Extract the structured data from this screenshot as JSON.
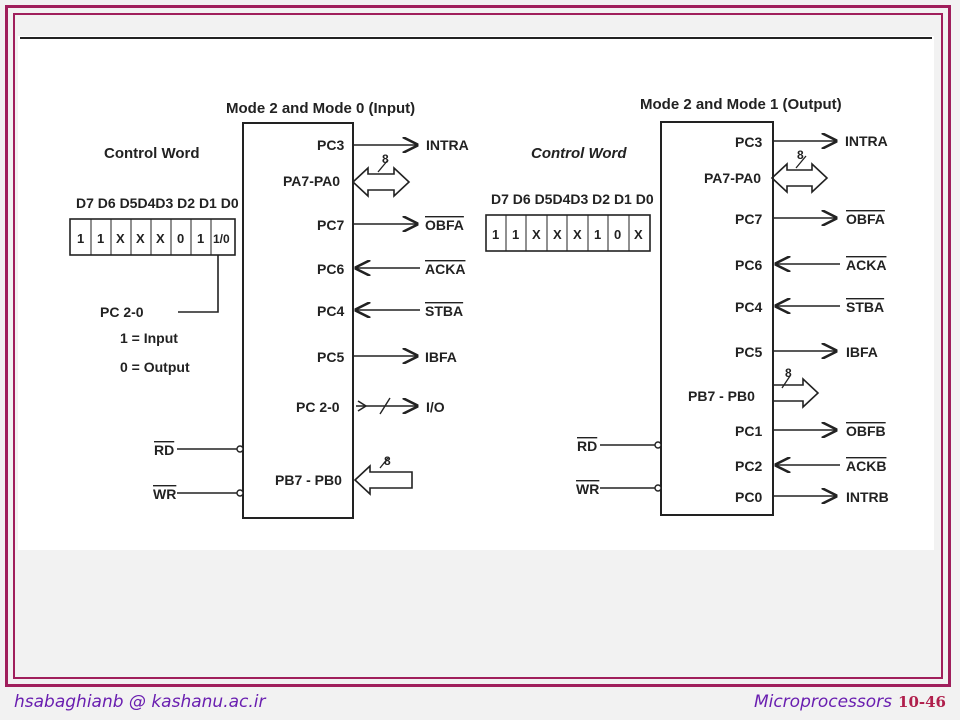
{
  "footer": {
    "email": "hsabaghianb @ kashanu.ac.ir",
    "course": "Microprocessors",
    "page": "10-46"
  },
  "left": {
    "title": "Mode 2 and Mode 0 (Input)",
    "control_word_label": "Control Word",
    "bits_header": "D7 D6 D5D4D3 D2 D1 D0",
    "bits": [
      "1",
      "1",
      "X",
      "X",
      "X",
      "0",
      "1",
      "1/0"
    ],
    "pc_note": [
      "PC 2-0",
      "1 = Input",
      "0 = Output"
    ],
    "rd": "RD",
    "wr": "WR",
    "pins": [
      {
        "pin": "PC3",
        "signal": "INTRA"
      },
      {
        "pin": "PA7-PA0",
        "signal": "8"
      },
      {
        "pin": "PC7",
        "signal": "OBFA"
      },
      {
        "pin": "PC6",
        "signal": "ACKA"
      },
      {
        "pin": "PC4",
        "signal": "STBA"
      },
      {
        "pin": "PC5",
        "signal": "IBFA"
      },
      {
        "pin": "PC 2-0",
        "signal": "I/O"
      },
      {
        "pin": "PB7 - PB0",
        "signal": "8"
      }
    ]
  },
  "right": {
    "title": "Mode 2 and Mode 1 (Output)",
    "control_word_label": "Control Word",
    "bits_header": "D7 D6 D5D4D3 D2 D1 D0",
    "bits": [
      "1",
      "1",
      "X",
      "X",
      "X",
      "1",
      "0",
      "X"
    ],
    "rd": "RD",
    "wr": "WR",
    "pins": [
      {
        "pin": "PC3",
        "signal": "INTRA"
      },
      {
        "pin": "PA7-PA0",
        "signal": "8"
      },
      {
        "pin": "PC7",
        "signal": "OBFA"
      },
      {
        "pin": "PC6",
        "signal": "ACKA"
      },
      {
        "pin": "PC4",
        "signal": "STBA"
      },
      {
        "pin": "PC5",
        "signal": "IBFA"
      },
      {
        "pin": "PB7 - PB0",
        "signal": "8"
      },
      {
        "pin": "PC1",
        "signal": "OBFB"
      },
      {
        "pin": "PC2",
        "signal": "ACKB"
      },
      {
        "pin": "PC0",
        "signal": "INTRB"
      }
    ]
  }
}
